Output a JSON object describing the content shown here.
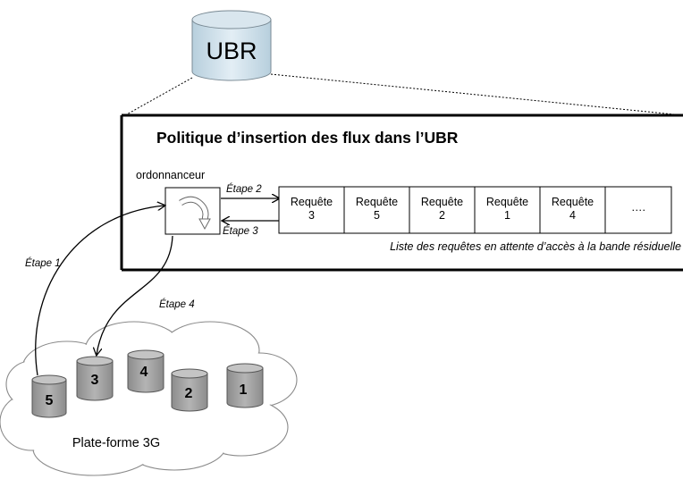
{
  "ubr": {
    "label": "UBR"
  },
  "policy": {
    "title": "Politique d’insertion des flux dans l’UBR"
  },
  "scheduler": {
    "label": "ordonnanceur",
    "icon": "rotate-arrow-icon"
  },
  "steps": {
    "step1": "Étape 1",
    "step2": "Étape 2",
    "step3": "Étape 3",
    "step4": "Étape 4"
  },
  "queue": {
    "cells": [
      {
        "line1": "Requête",
        "line2": "3"
      },
      {
        "line1": "Requête",
        "line2": "5"
      },
      {
        "line1": "Requête",
        "line2": "2"
      },
      {
        "line1": "Requête",
        "line2": "1"
      },
      {
        "line1": "Requête",
        "line2": "4"
      },
      {
        "line1": "….",
        "line2": ""
      }
    ],
    "caption": "Liste des requêtes en attente d’accès à la bande résiduelle"
  },
  "platform": {
    "label": "Plate-forme 3G",
    "cylinders": [
      "5",
      "3",
      "4",
      "2",
      "1"
    ]
  },
  "colors": {
    "cylinder_gray": "#a6a6a6",
    "ubr_fill": "#c8dce8"
  }
}
